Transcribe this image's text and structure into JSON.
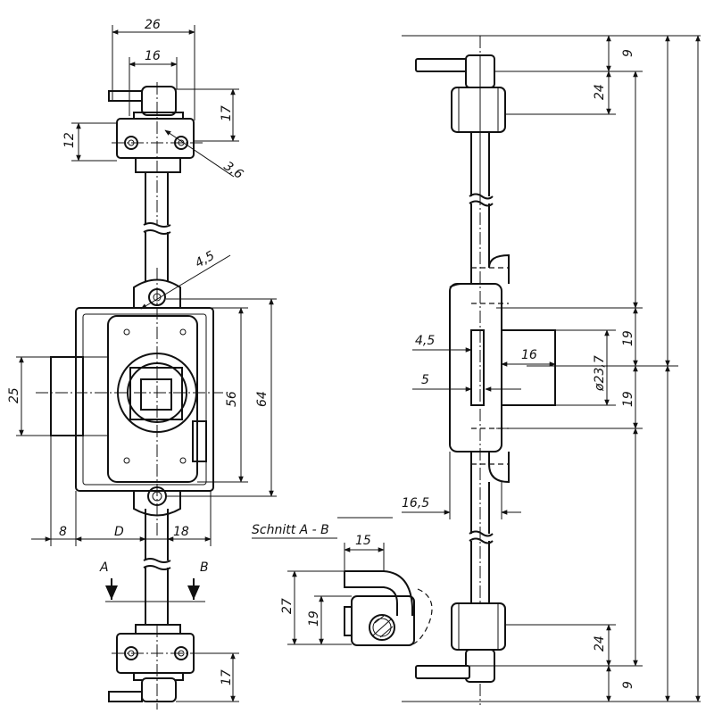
{
  "front_view": {
    "dims": {
      "width_26": "26",
      "width_16": "16",
      "height_17_top": "17",
      "height_12": "12",
      "hole_3_6": "3,6",
      "hole_4_5": "4,5",
      "height_25": "25",
      "height_56": "56",
      "height_64": "64",
      "offset_8": "8",
      "offset_D": "D",
      "offset_18": "18",
      "height_17_bottom": "17"
    },
    "section_marks": {
      "a": "A",
      "b": "B"
    }
  },
  "section_view": {
    "title": "Schnitt A - B",
    "dims": {
      "width_15": "15",
      "height_27": "27",
      "height_19": "19"
    }
  },
  "side_view": {
    "dims": {
      "top_9": "9",
      "top_24": "24",
      "mid_19_upper": "19",
      "mid_19_lower": "19",
      "dia_23_7": "ø23,7",
      "bolt_4_5": "4,5",
      "bolt_16": "16",
      "bolt_5": "5",
      "depth_16_5": "16,5",
      "bottom_24": "24",
      "bottom_9": "9"
    }
  }
}
